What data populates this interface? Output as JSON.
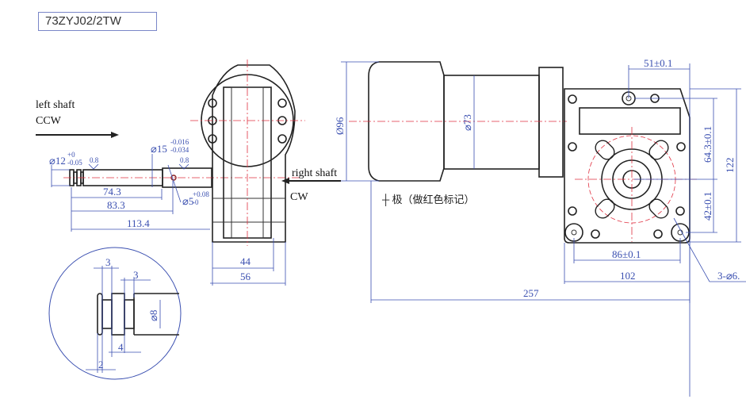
{
  "title": "73ZYJ02/2TW",
  "labels": {
    "left_shaft": "left shaft",
    "ccw": "CCW",
    "right_shaft": "right shaft",
    "cw": "CW",
    "polarity_note": "┼ 极（做红色标记）"
  },
  "dimensions": {
    "shaft_dia": "⌀12",
    "shaft_dia_tol_upper": "+0",
    "shaft_dia_tol_lower": "-0.05",
    "shaft_dia15": "⌀15",
    "shaft_dia15_tol_upper": "-0.016",
    "shaft_dia15_tol_lower": "-0.034",
    "hole_dia": "⌀5",
    "hole_tol_upper": "+0.08",
    "hole_tol_lower": "-0",
    "roughness": "0.8",
    "len_74": "74.3",
    "len_83": "83.3",
    "len_113": "113.4",
    "w44": "44",
    "w56": "56",
    "motor_dia": "Ø96",
    "body_dia": "⌀73",
    "total_len": "257",
    "w102": "102",
    "w86": "86±0.1",
    "w51": "51±0.1",
    "h64": "64.3±0.1",
    "h42": "42±0.1",
    "h122": "122",
    "holes": "3-⌀6.",
    "detail_3a": "3",
    "detail_3b": "3",
    "detail_4": "4",
    "detail_2": "2",
    "detail_dia8": "⌀8"
  }
}
